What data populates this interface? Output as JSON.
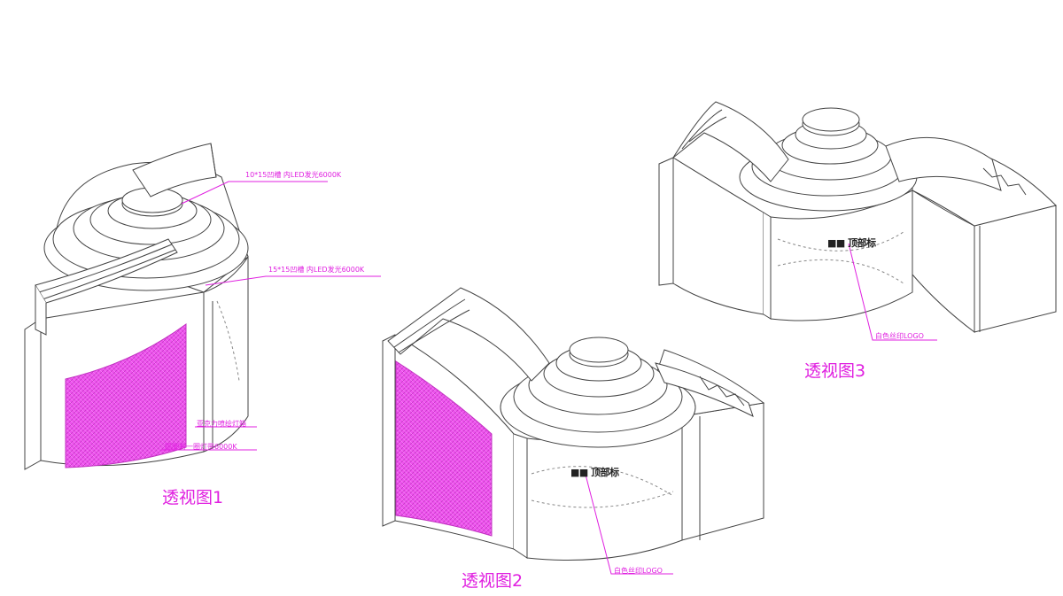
{
  "views": [
    {
      "title": "透视图1",
      "annotations": [
        "10*15凹槽 内LED发光6000K",
        "15*15凹槽 内LED发光6000K",
        "亚克力喷绘灯箱",
        "踢脚有一圈灯带6000K"
      ]
    },
    {
      "title": "透视图2",
      "logo_text": "■■ 顶部标",
      "annotations": [
        "白色丝印LOGO"
      ]
    },
    {
      "title": "透视图3",
      "logo_text": "■■ 顶部标",
      "annotations": [
        "白色丝印LOGO"
      ]
    }
  ],
  "colors": {
    "annotation": "#e020e0",
    "lightbox_fill": "#ee55ee",
    "line": "#444444"
  }
}
